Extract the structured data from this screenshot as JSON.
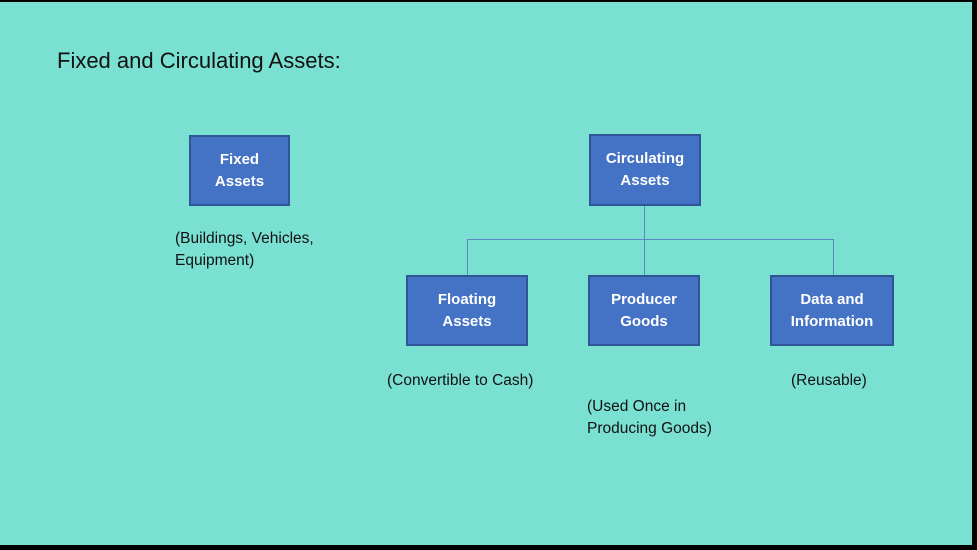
{
  "title": "Fixed and Circulating Assets:",
  "colors": {
    "background": "#7ae0d2",
    "frame": "#000000",
    "box_fill": "#4472c4",
    "box_border": "#2f5597",
    "box_text": "#ffffff",
    "connector": "#5b88c2",
    "text": "#111111"
  },
  "nodes": [
    {
      "id": "fixed-assets",
      "label": "Fixed\nAssets"
    },
    {
      "id": "circulating-assets",
      "label": "Circulating\nAssets"
    },
    {
      "id": "floating-assets",
      "label": "Floating\nAssets"
    },
    {
      "id": "producer-goods",
      "label": "Producer\nGoods"
    },
    {
      "id": "data-and-information",
      "label": "Data and\nInformation"
    }
  ],
  "captions": [
    {
      "for": "fixed-assets",
      "text": "(Buildings, Vehicles,\nEquipment)"
    },
    {
      "for": "floating-assets",
      "text": "(Convertible to Cash)"
    },
    {
      "for": "producer-goods",
      "text": "(Used Once in\nProducing Goods)"
    },
    {
      "for": "data-and-information",
      "text": "(Reusable)"
    }
  ]
}
